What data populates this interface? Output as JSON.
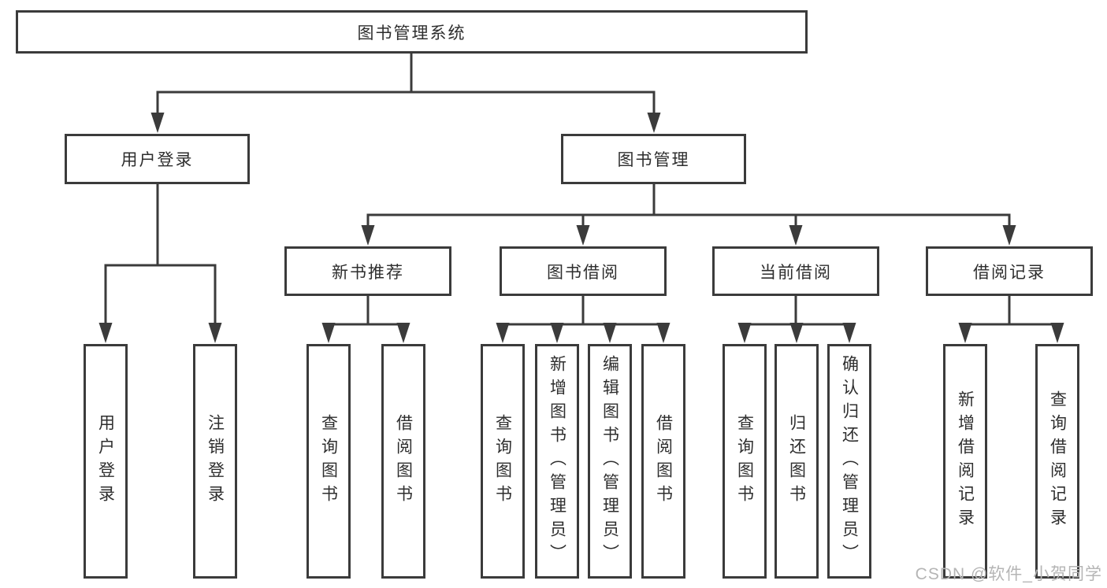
{
  "tree": {
    "root": {
      "label": "图书管理系统"
    },
    "branches": [
      {
        "label": "用户登录",
        "children": [
          {
            "label": "用户登录"
          },
          {
            "label": "注销登录"
          }
        ]
      },
      {
        "label": "图书管理",
        "children": [
          {
            "label": "新书推荐",
            "children": [
              {
                "label": "查询图书"
              },
              {
                "label": "借阅图书"
              }
            ]
          },
          {
            "label": "图书借阅",
            "children": [
              {
                "label": "查询图书"
              },
              {
                "label": "新增图书（管理员）"
              },
              {
                "label": "编辑图书（管理员）"
              },
              {
                "label": "借阅图书"
              }
            ]
          },
          {
            "label": "当前借阅",
            "children": [
              {
                "label": "查询图书"
              },
              {
                "label": "归还图书"
              },
              {
                "label": "确认归还（管理员）"
              }
            ]
          },
          {
            "label": "借阅记录",
            "children": [
              {
                "label": "新增借阅记录"
              },
              {
                "label": "查询借阅记录"
              }
            ]
          }
        ]
      }
    ]
  },
  "watermark": "CSDN @软件_小贺同学",
  "colors": {
    "line": "#3b3b3b",
    "text": "#2e2e2e",
    "watermark": "#b5b5b5",
    "background": "#ffffff"
  }
}
